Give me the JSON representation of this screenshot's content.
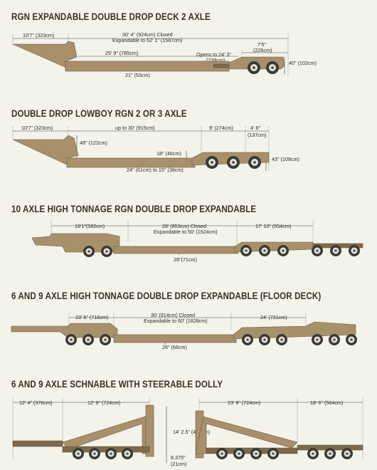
{
  "sections": [
    {
      "title": "RGN EXPANDABLE DOUBLE DROP DECK 2 AXLE",
      "dims": {
        "d1": "10'7\" (323cm)",
        "d2a": "30' 4\" (924cm) Closed",
        "d2b": "Expandable to 52' 1\" (1587cm)",
        "d3a": "7'5\"",
        "d3b": "(226cm)",
        "d4": "25' 9\" (785cm)",
        "d5a": "Opens to 24' 3\"",
        "d5b": "(739cm)",
        "d6": "40\" (102cm)",
        "d7": "21\" (53cm)"
      }
    },
    {
      "title": "DOUBLE DROP LOWBOY RGN 2 OR 3 AXLE",
      "dims": {
        "d1": "10'7\" (323cm)",
        "d2": "up to 30' (915cm)",
        "d3": "9' (274cm)",
        "d4a": "4' 6\"",
        "d4b": "(137cm)",
        "d5": "48\" (122cm)",
        "d6": "18\" (46cm)",
        "d7": "43\" (109cm)",
        "d8": "24\" (61cm) to 15\" (38cm)"
      }
    },
    {
      "title": "10 AXLE HIGH TONNAGE RGN DOUBLE DROP EXPANDABLE",
      "dims": {
        "d1": "19'1\"(582cm)",
        "d2a": "28' (853cm) Closed",
        "d2b": "Expandable to 50' (1524cm)",
        "d3": "17' 10\" (554cm)",
        "d4": "28\"(71cm)"
      }
    },
    {
      "title": "6 AND 9 AXLE HIGH TONNAGE DOUBLE DROP EXPANDABLE (FLOOR DECK)",
      "dims": {
        "d1": "23' 6\" (716cm)",
        "d2a": "30' (914cm) Closed",
        "d2b": "Expandable to 60' (1828cm)",
        "d3": "24' (731cm)",
        "d4": "26\" (66cm)"
      }
    },
    {
      "title": "6 AND 9 AXLE SCHNABLE WITH STEERABLE DOLLY",
      "dims": {
        "d1": "12' 4\" (376cm)",
        "d2": "12' 9\" (724cm)",
        "d3": "23' 9\" (724cm)",
        "d4": "18' 6\" (564cm)",
        "d5": "14' 2.5\" (433cm)",
        "d6a": "8.375\"",
        "d6b": "(21cm)"
      }
    }
  ],
  "colors": {
    "background": "#f3f3ea",
    "trailer": "#a8906a",
    "title": "#3a3226"
  }
}
